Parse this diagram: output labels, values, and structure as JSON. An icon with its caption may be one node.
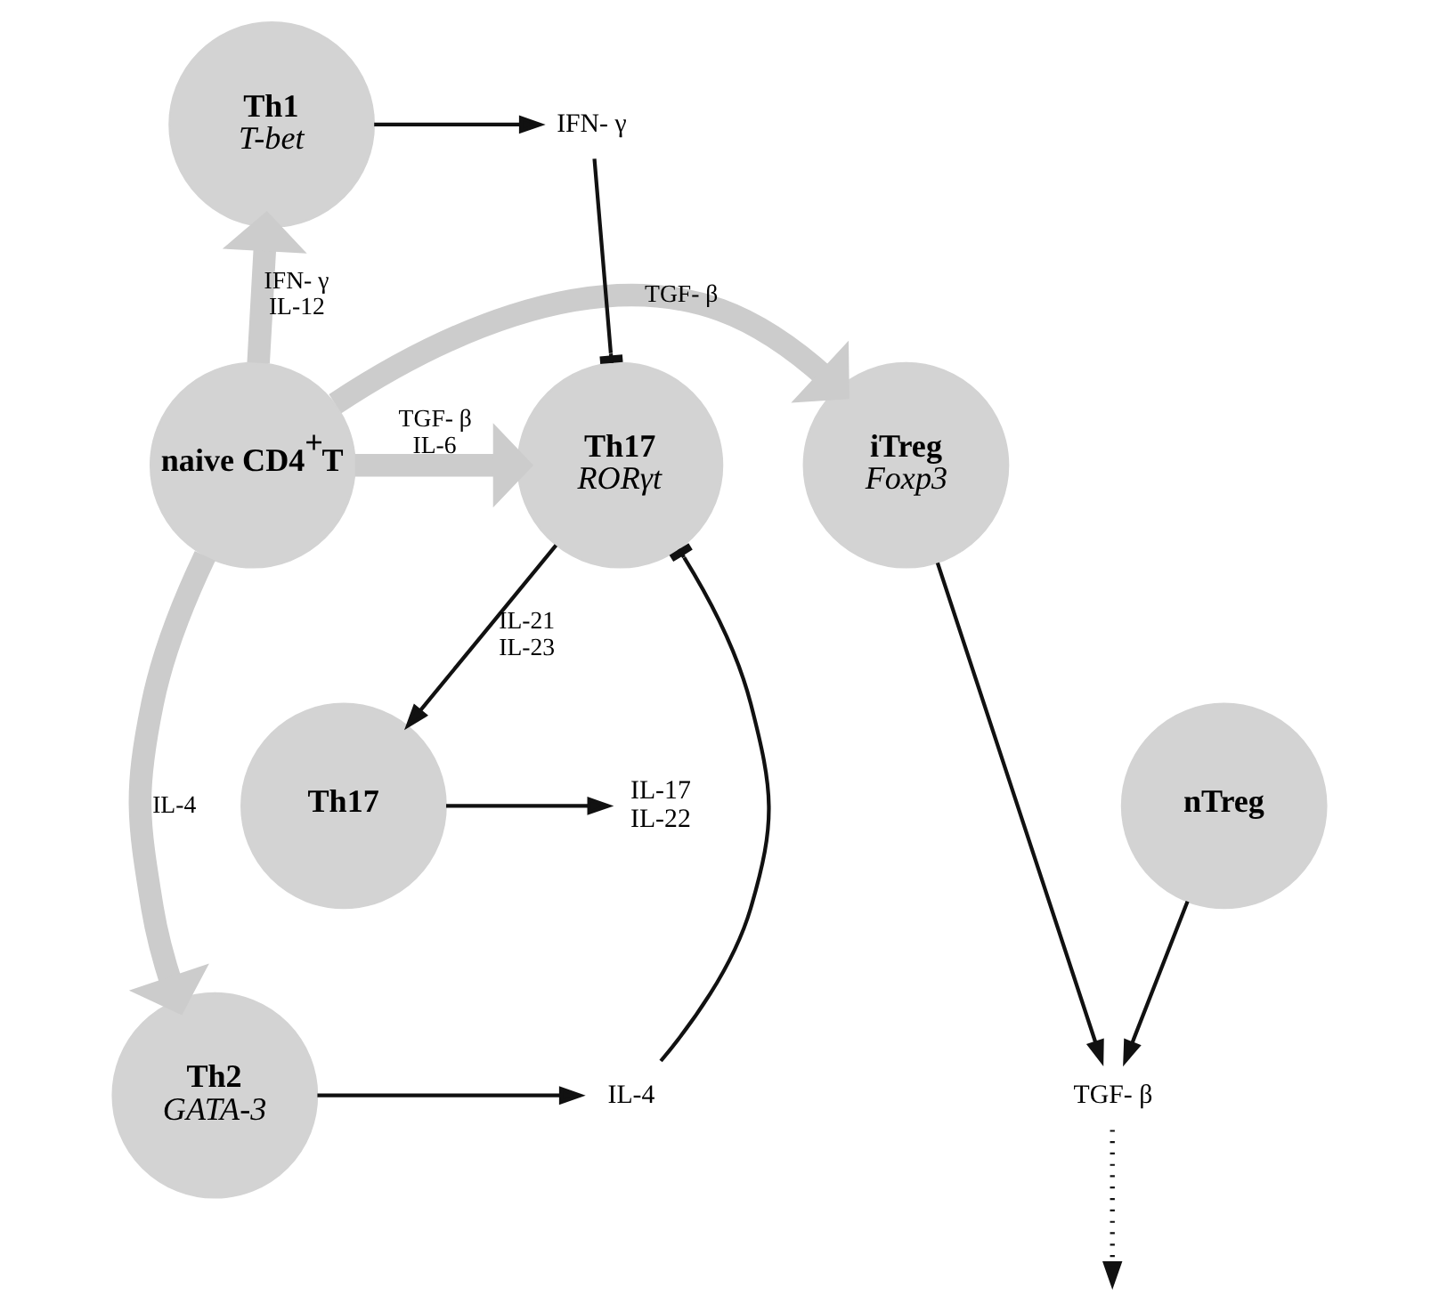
{
  "diagram": {
    "nodes": [
      {
        "text": [
          "Th1",
          "T-bet"
        ]
      },
      {
        "text": [
          "naive CD4$^{+}$T"
        ]
      },
      {
        "text": [
          "iTreg",
          "Foxp3"
        ]
      },
      {
        "text": [
          "Th17",
          "RORγt"
        ]
      },
      {
        "text": [
          "Th2",
          "GATA-3"
        ]
      },
      {
        "text": [
          "nTreg"
        ]
      },
      {
        "text": [
          "Th17"
        ]
      },
      {
        "text": [
          "IFN- γ"
        ]
      },
      {
        "text": [
          "TGF- β"
        ]
      },
      {
        "text": [
          "IL-4"
        ]
      },
      {
        "text": [
          "IL-17",
          "IL-22"
        ]
      }
    ],
    "edges": [
      {
        "from": 1,
        "to": 0,
        "arrow": "to",
        "style": "thick",
        "color": "#cccccc",
        "label": "IFN- γ IL-12"
      },
      {
        "from": 1,
        "to": 2,
        "arrow": "to",
        "style": "thick",
        "color": "#cccccc",
        "label": "TGF- β"
      },
      {
        "from": 1,
        "to": 3,
        "arrow": "to",
        "style": "thick",
        "color": "#cccccc",
        "label": "TGF- β IL-6"
      },
      {
        "from": 1,
        "to": 4,
        "arrow": "to",
        "style": "thick",
        "color": "#cccccc",
        "label": "IL-4"
      },
      {
        "from": 0,
        "to": 7,
        "arrow": "to"
      },
      {
        "from": 7,
        "to": 3,
        "arrow": "other"
      },
      {
        "from": 4,
        "to": 9,
        "arrow": "to"
      },
      {
        "from": 9,
        "to": 3,
        "arrow": "other"
      },
      {
        "from": 2,
        "to": 8,
        "arrow": "to"
      },
      {
        "from": 5,
        "to": 8,
        "arrow": "to"
      },
      {
        "from": 8,
        "to": null,
        "arrow": "to",
        "style": "dashed"
      },
      {
        "from": 3,
        "to": 6,
        "arrow": "to",
        "label": "IL-21 IL-23"
      },
      {
        "from": 6,
        "to": 10,
        "arrow": "to"
      }
    ]
  }
}
